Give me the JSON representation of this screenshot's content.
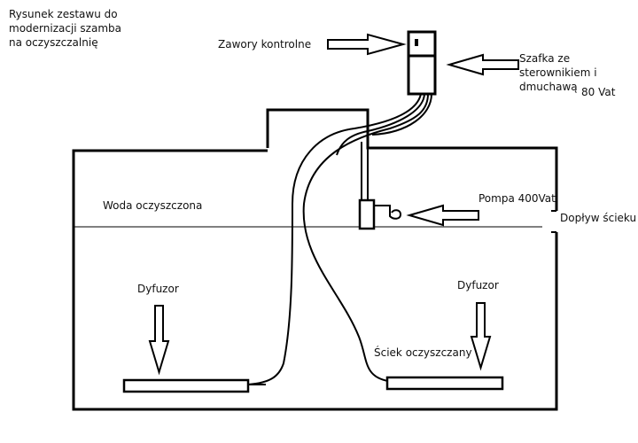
{
  "labels": {
    "title": "Rysunek zestawu do\nmodernizacji szamba\nna oczyszczalnię",
    "valves": "Zawory kontrolne",
    "cabinet": "Szafka ze\nsterownikiem i\ndmuchawą",
    "cabinet_power": "80 Vat",
    "pump": "Pompa 400Vat",
    "inflow": "Dopływ ścieku",
    "clean_water": "Woda oczyszczona",
    "diffuser_left": "Dyfuzor",
    "diffuser_right": "Dyfuzor",
    "sewage": "Ściek oczyszczany"
  },
  "colors": {
    "stroke": "#000000",
    "background": "#ffffff",
    "text": "#111111"
  }
}
